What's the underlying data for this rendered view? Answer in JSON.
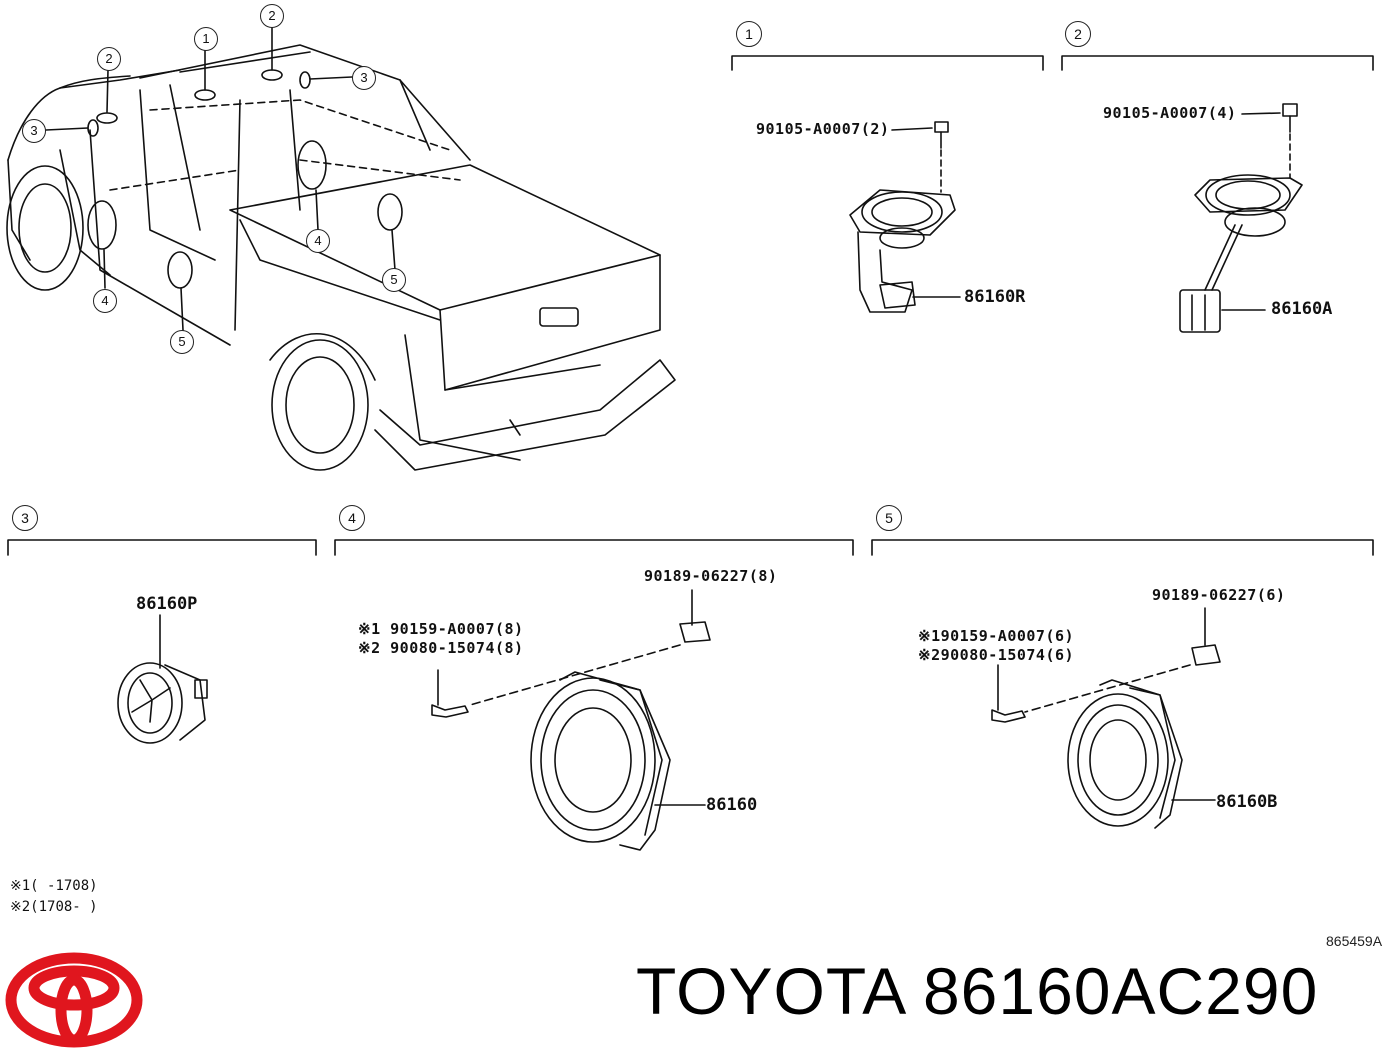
{
  "sections": [
    {
      "id": "1",
      "label": "1"
    },
    {
      "id": "2",
      "label": "2"
    },
    {
      "id": "3",
      "label": "3"
    },
    {
      "id": "4",
      "label": "4"
    },
    {
      "id": "5",
      "label": "5"
    }
  ],
  "callouts": {
    "truck": [
      "2",
      "1",
      "2",
      "3",
      "3",
      "4",
      "4",
      "5",
      "5"
    ]
  },
  "parts": {
    "s1_bolt": "90105-A0007(2)",
    "s1_speaker": "86160R",
    "s2_bolt": "90105-A0007(4)",
    "s2_speaker": "86160A",
    "s3_speaker": "86160P",
    "s4_clip": "90189-06227(8)",
    "s4_screw1": "※1 90159-A0007(8)",
    "s4_screw2": "※2 90080-15074(8)",
    "s4_speaker": "86160",
    "s5_clip": "90189-06227(6)",
    "s5_screw1": "※190159-A0007(6)",
    "s5_screw2": "※290080-15074(6)",
    "s5_speaker": "86160B"
  },
  "notes": {
    "note1": "※1(      -1708)",
    "note2": "※2(1708-      )"
  },
  "diagram_code": "865459A",
  "brand": {
    "name": "TOYOTA 86160AC290",
    "logo_color": "#e0161e"
  }
}
